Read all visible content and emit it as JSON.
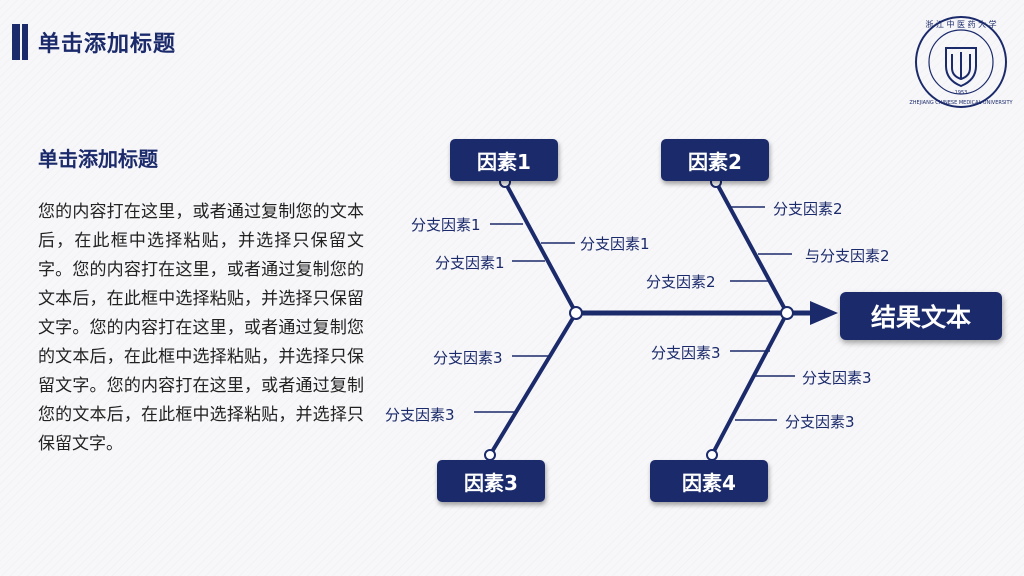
{
  "header": {
    "title": "单击添加标题"
  },
  "logo": {
    "name": "university-seal-logo",
    "lettering": "浙江中医药大学 ZHEJIANG CHINESE MEDICAL UNIVERSITY 1953"
  },
  "content": {
    "subtitle": "单击添加标题",
    "paragraph": "您的内容打在这里，或者通过复制您的文本后，在此框中选择粘贴，并选择只保留文字。您的内容打在这里，或者通过复制您的文本后，在此框中选择粘贴，并选择只保留文字。您的内容打在这里，或者通过复制您的文本后，在此框中选择粘贴，并选择只保留文字。您的内容打在这里，或者通过复制您的文本后，在此框中选择粘贴，并选择只保留文字。"
  },
  "diagram": {
    "result": "结果文本",
    "factors": [
      "因素1",
      "因素2",
      "因素3",
      "因素4"
    ],
    "branches": {
      "f1": [
        "分支因素1",
        "分支因素1",
        "分支因素1"
      ],
      "f2": [
        "分支因素2",
        "与分支因素2",
        "分支因素2"
      ],
      "f3": [
        "分支因素3",
        "分支因素3"
      ],
      "f4": [
        "分支因素3",
        "分支因素3",
        "分支因素3"
      ]
    }
  },
  "colors": {
    "primary": "#1b2a6b",
    "text": "#222222",
    "background": "#f7f7f9"
  }
}
